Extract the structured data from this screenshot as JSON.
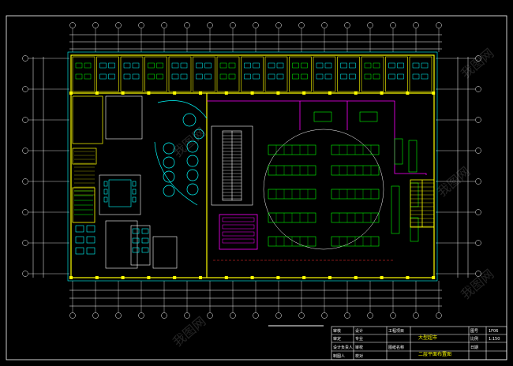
{
  "drawing": {
    "project_name": "大型超市",
    "sheet_title": "二层平面布置图",
    "scale": "1:150",
    "sheet_no": "1F06"
  },
  "title_block": {
    "labels_left": [
      "审核",
      "审定",
      "设计负责人",
      "制图人"
    ],
    "labels_mid": [
      "设计",
      "专业",
      "审校",
      "校对"
    ],
    "labels_right": [
      "工程项目",
      "图纸名称"
    ],
    "labels_far": [
      "图号",
      "比例",
      "日期"
    ]
  },
  "colors": {
    "background": "#000000",
    "frame": "#ffffff",
    "wall": "#ffff00",
    "dimension": "#ffffff",
    "cyan": "#00ffff",
    "green": "#00ff00",
    "magenta": "#ff00ff",
    "red": "#ff3030"
  },
  "watermark_text": "我图网"
}
